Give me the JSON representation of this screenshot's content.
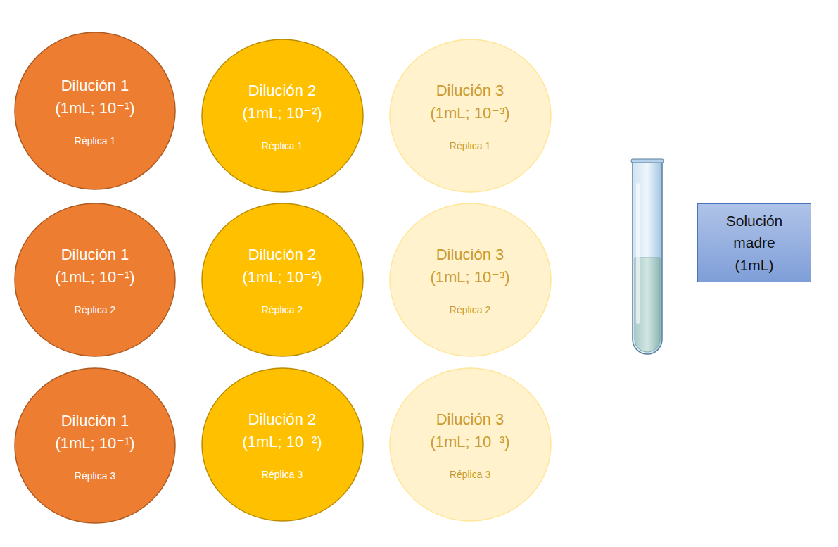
{
  "diagram": {
    "nodes": [
      {
        "text": [
          "Dilución 1 (1mL; 10⁻¹)",
          "Réplica 1"
        ]
      },
      {
        "text": [
          "Dilución 2 (1mL; 10⁻²)",
          "Réplica 1"
        ]
      },
      {
        "text": [
          "Dilución 3 (1mL; 10⁻³)",
          "Réplica 1"
        ]
      },
      {
        "text": [
          "Dilución 1 (1mL; 10⁻¹)",
          "Réplica 2"
        ]
      },
      {
        "text": [
          "Dilución 2 (1mL; 10⁻²)",
          "Réplica 2"
        ]
      },
      {
        "text": [
          "Dilución 3 (1mL; 10⁻³)",
          "Réplica 2"
        ]
      },
      {
        "text": [
          "Dilución 1 (1mL; 10⁻¹)",
          "Réplica 3"
        ]
      },
      {
        "text": [
          "Dilución 2 (1mL; 10⁻²)",
          "Réplica 3"
        ]
      },
      {
        "text": [
          "Dilución 3 (1mL; 10⁻³)",
          "Réplica 3"
        ]
      },
      {
        "text": [
          "Solución madre (1mL)"
        ]
      }
    ]
  }
}
